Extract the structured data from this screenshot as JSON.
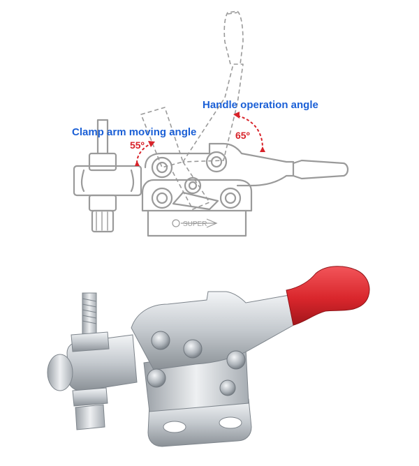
{
  "diagram": {
    "handle_label": "Handle operation angle",
    "clamp_label": "Clamp arm moving angle",
    "clamp_angle": "55º",
    "handle_angle": "65º",
    "brand_mark": "SUPER"
  },
  "colors": {
    "label_blue": "#1a5fd6",
    "angle_red": "#d8232a",
    "outline_gray": "#9a9a9a",
    "handle_red": "#d9262c",
    "steel_light": "#e6e9ec",
    "steel_mid": "#b7bcc1",
    "steel_dark": "#7d848b"
  },
  "icons": {
    "clamp_drawing": "toggle-clamp-line-drawing",
    "clamp_photo": "toggle-clamp-photo"
  }
}
